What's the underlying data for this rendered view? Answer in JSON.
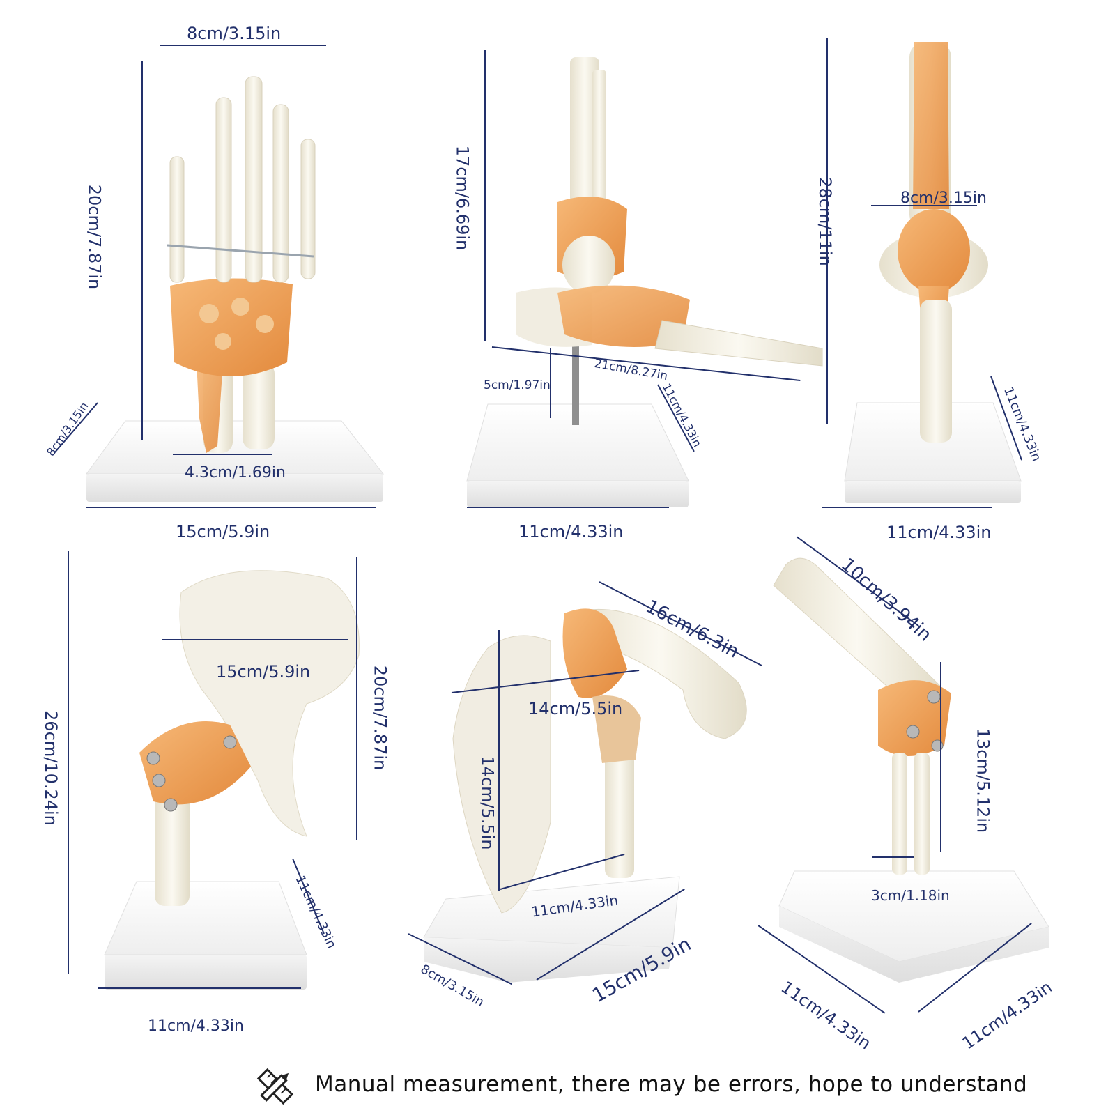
{
  "colors": {
    "measure_line": "#22306b",
    "bone": "#f4f1e6",
    "bone_shadow": "#ddd6c2",
    "ligament": "#f0a35a",
    "ligament_dark": "#d97a30",
    "base": "#f7f7f7",
    "base_shadow": "#dcdcdc"
  },
  "hand": {
    "width_top": "8cm/3.15in",
    "height": "20cm/7.87in",
    "base_depth": "8cm/3.15in",
    "wrist_width": "4.3cm/1.69in",
    "base_width": "15cm/5.9in"
  },
  "foot": {
    "height": "17cm/6.69in",
    "length": "21cm/8.27in",
    "stand_height": "5cm/1.97in",
    "base_depth": "11cm/4.33in",
    "base_width": "11cm/4.33in"
  },
  "knee": {
    "height": "28cm/11in",
    "joint_width": "8cm/3.15in",
    "base_depth": "11cm/4.33in",
    "base_width": "11cm/4.33in"
  },
  "hip": {
    "total_height": "26cm/10.24in",
    "pelvis_width": "15cm/5.9in",
    "pelvis_height": "20cm/7.87in",
    "base_depth": "11cm/4.33in",
    "base_width": "11cm/4.33in"
  },
  "shoulder": {
    "humerus_length": "16cm/6.3in",
    "scapula_width": "14cm/5.5in",
    "scapula_height": "14cm/5.5in",
    "bone_span": "11cm/4.33in",
    "base_depth": "8cm/3.15in",
    "base_width": "15cm/5.9in"
  },
  "elbow": {
    "upper_length": "10cm/3.94in",
    "forearm_height": "13cm/5.12in",
    "forearm_width": "3cm/1.18in",
    "base_depth": "11cm/4.33in",
    "base_width": "11cm/4.33in"
  },
  "footer": {
    "icon": "ruler-pencil-icon",
    "note": "Manual measurement, there may be errors, hope to understand"
  }
}
